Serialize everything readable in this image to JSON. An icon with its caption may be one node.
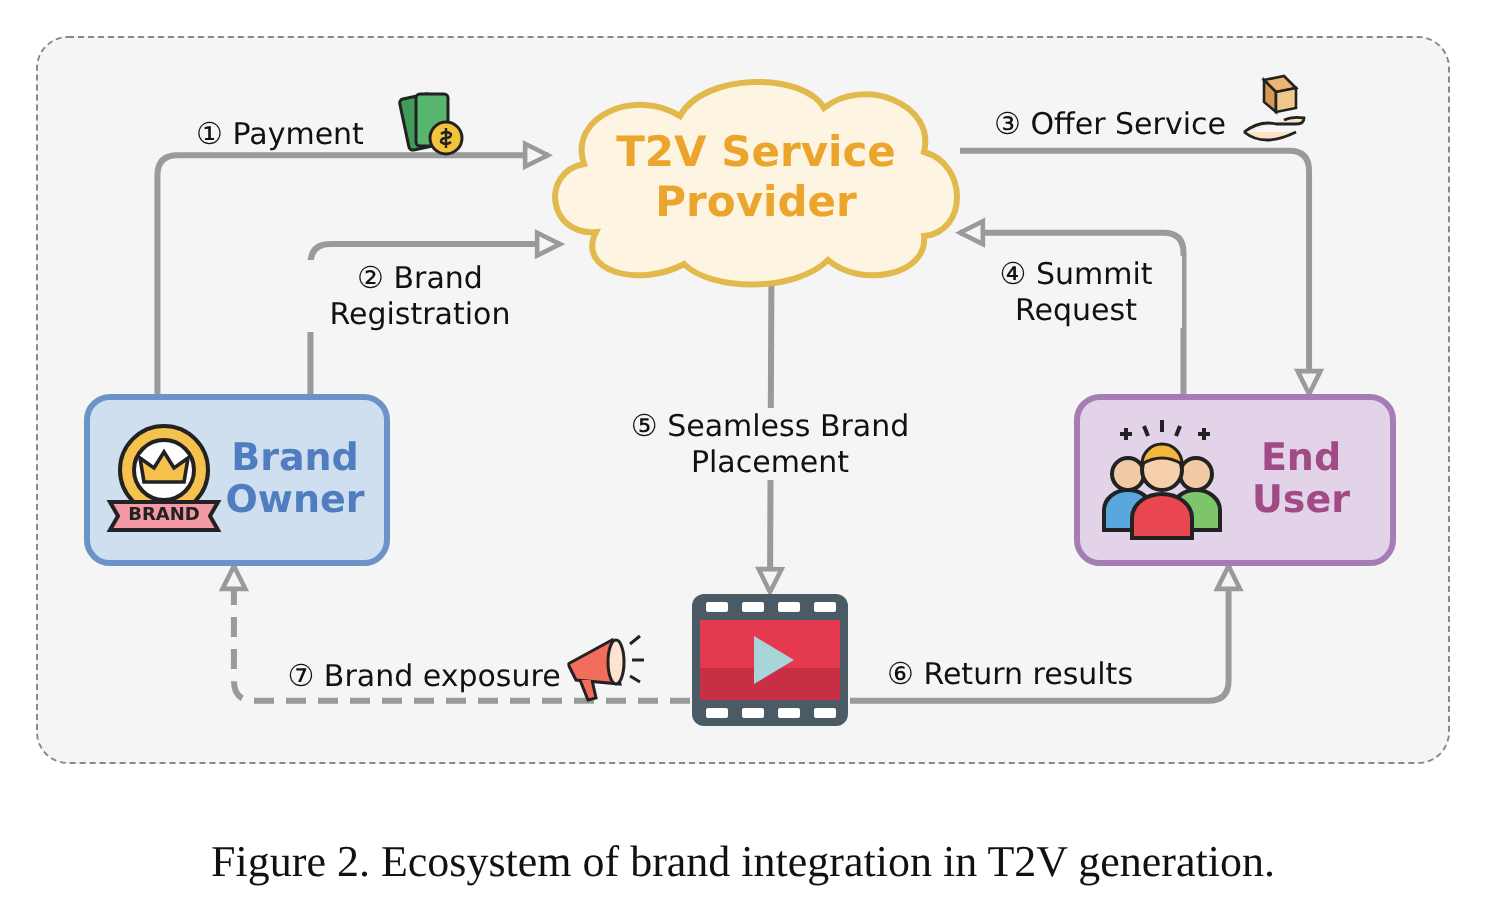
{
  "diagram": {
    "caption": "Figure 2. Ecosystem of brand integration in T2V generation.",
    "nodes": [
      {
        "text": [
          "T2V Service Provider"
        ]
      },
      {
        "text": [
          "BRAND",
          "Brand Owner"
        ]
      },
      {
        "text": [
          "End User"
        ]
      },
      {
        "text": [],
        "shape": "picture"
      }
    ],
    "edges": [
      {
        "from": 1,
        "to": 0,
        "arrow": "to",
        "label": "① Payment"
      },
      {
        "from": 1,
        "to": 0,
        "arrow": "to",
        "label": "② Brand Registration"
      },
      {
        "from": 0,
        "to": 2,
        "arrow": "to",
        "label": "③ Offer Service"
      },
      {
        "from": 2,
        "to": 0,
        "arrow": "to",
        "label": "④ Summit Request"
      },
      {
        "from": 0,
        "to": 3,
        "arrow": "to",
        "label": "⑤ Seamless Brand Placement"
      },
      {
        "from": 3,
        "to": 2,
        "arrow": "to",
        "label": "⑥ Return results"
      },
      {
        "from": 3,
        "to": 1,
        "arrow": "to",
        "label": "⑦ Brand exposure",
        "style": "dashed"
      }
    ]
  }
}
